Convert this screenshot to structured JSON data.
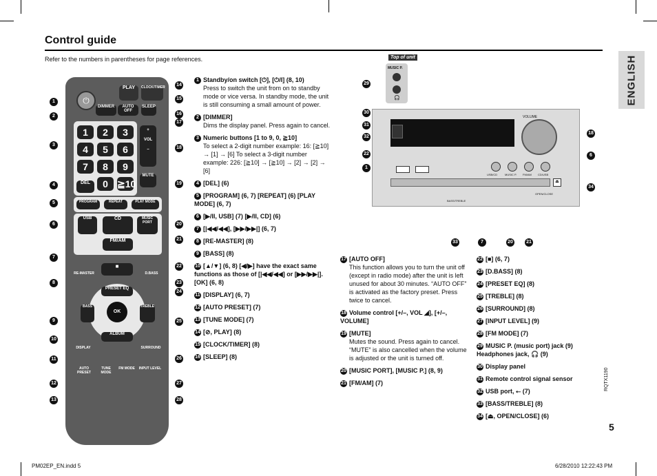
{
  "page": {
    "title": "Control guide",
    "intro": "Refer to the numbers in parentheses for page references.",
    "language_tab": "ENGLISH",
    "page_number": "5",
    "doc_code": "RQTX1190",
    "footer_left": "PM02EP_EN.indd   5",
    "footer_right": "6/28/2010   12:22:43 PM",
    "unit_caption": "Top of unit"
  },
  "remote_keys": {
    "play": "PLAY",
    "clock_timer": "CLOCK/TIMER",
    "dimmer": "DIMMER",
    "auto_off": "AUTO OFF",
    "sleep": "SLEEP",
    "vol": "VOL",
    "del": "DEL",
    "mute": "MUTE",
    "program": "PROGRAM",
    "repeat": "REPEAT",
    "play_mode": "PLAY MODE",
    "usb": "USB",
    "cd": "CD",
    "music_port": "MUSIC PORT",
    "fm_am": "FM/AM",
    "re_master": "RE-MASTER",
    "d_bass": "D.BASS",
    "preset_eq": "PRESET EQ",
    "bass": "BASS",
    "treble": "TREBLE",
    "ok": "OK",
    "display": "DISPLAY",
    "album": "ALBUM",
    "surround": "SURROUND",
    "auto_preset": "AUTO PRESET",
    "tune_mode": "TUNE MODE",
    "fm_mode": "FM MODE",
    "input_level": "INPUT LEVEL",
    "digits": [
      "1",
      "2",
      "3",
      "4",
      "5",
      "6",
      "7",
      "8",
      "9",
      "0",
      "≧10"
    ]
  },
  "unit_labels": {
    "volume": "VOLUME",
    "usb_cd": "USB/CD",
    "music_p": "MUSIC P.",
    "fm_am": "FM/AM",
    "cd_play": "CD/USB",
    "open_close": "OPEN/CLOSE",
    "bass_treble": "BASS/TREBLE",
    "music_p_top": "MUSIC P."
  },
  "items_col1": [
    {
      "n": "1",
      "head": "Standby/on switch [⏻], [⏻/I] (8, 10)",
      "desc": "Press to switch the unit from on to standby mode or vice versa. In standby mode, the unit is still consuming a small amount of power."
    },
    {
      "n": "2",
      "head": "[DIMMER]",
      "desc": "Dims the display panel. Press again to cancel."
    },
    {
      "n": "3",
      "head": "Numeric buttons [1 to 9, 0, ≧10]",
      "desc": "To select a 2-digit number example: 16: [≧10] → [1] → [6] To select a 3-digit number example: 226: [≧10] → [≧10] → [2] → [2] → [6]"
    },
    {
      "n": "4",
      "head": "[DEL] (6)",
      "desc": ""
    },
    {
      "n": "5",
      "head": "[PROGRAM] (6, 7) [REPEAT] (6) [PLAY MODE] (6, 7)",
      "desc": ""
    },
    {
      "n": "6",
      "head": "[▶/II, USB] (7) [▶/II, CD] (6)",
      "desc": ""
    },
    {
      "n": "7",
      "head": "[|◀◀/◀◀], [▶▶/▶▶|] (6, 7)",
      "desc": ""
    },
    {
      "n": "8",
      "head": "[RE-MASTER] (8)",
      "desc": ""
    },
    {
      "n": "9",
      "head": "[BASS] (8)",
      "desc": ""
    },
    {
      "n": "10",
      "head": "[▲/▼] (6, 8) [◀/▶] have the exact same functions as those of [|◀◀/◀◀] or [▶▶/▶▶|]. [OK] (6, 8)",
      "desc": ""
    },
    {
      "n": "11",
      "head": "[DISPLAY] (6, 7)",
      "desc": ""
    },
    {
      "n": "12",
      "head": "[AUTO PRESET] (7)",
      "desc": ""
    },
    {
      "n": "13",
      "head": "[TUNE MODE] (7)",
      "desc": ""
    },
    {
      "n": "14",
      "head": "[⊘, PLAY] (8)",
      "desc": ""
    },
    {
      "n": "15",
      "head": "[CLOCK/TIMER] (8)",
      "desc": ""
    },
    {
      "n": "16",
      "head": "[SLEEP] (8)",
      "desc": ""
    }
  ],
  "items_col2": [
    {
      "n": "17",
      "head": "[AUTO OFF]",
      "desc": "This function allows you to turn the unit off (except in radio mode) after the unit is left unused for about 30 minutes. “AUTO OFF” is activated as the factory preset. Press twice to cancel."
    },
    {
      "n": "18",
      "head": "Volume control [+/–, VOL ◢], [+/–, VOLUME]",
      "desc": ""
    },
    {
      "n": "19",
      "head": "[MUTE]",
      "desc": "Mutes the sound. Press again to cancel. “MUTE” is also cancelled when the volume is adjusted or the unit is turned off."
    },
    {
      "n": "20",
      "head": "[MUSIC PORT], [MUSIC P.] (8, 9)",
      "desc": ""
    },
    {
      "n": "21",
      "head": "[FM/AM] (7)",
      "desc": ""
    }
  ],
  "items_col3": [
    {
      "n": "22",
      "head": "[■] (6, 7)",
      "desc": ""
    },
    {
      "n": "23",
      "head": "[D.BASS] (8)",
      "desc": ""
    },
    {
      "n": "24",
      "head": "[PRESET EQ] (8)",
      "desc": ""
    },
    {
      "n": "25",
      "head": "[TREBLE] (8)",
      "desc": ""
    },
    {
      "n": "26",
      "head": "[SURROUND] (8)",
      "desc": ""
    },
    {
      "n": "27",
      "head": "[INPUT LEVEL] (9)",
      "desc": ""
    },
    {
      "n": "28",
      "head": "[FM MODE] (7)",
      "desc": ""
    },
    {
      "n": "29",
      "head": "MUSIC P. (music port) jack (9) Headphones jack, 🎧 (9)",
      "desc": ""
    },
    {
      "n": "30",
      "head": "Display panel",
      "desc": ""
    },
    {
      "n": "31",
      "head": "Remote control signal sensor",
      "desc": ""
    },
    {
      "n": "32",
      "head": "USB port, ⭠ (7)",
      "desc": ""
    },
    {
      "n": "33",
      "head": "[BASS/TREBLE] (8)",
      "desc": ""
    },
    {
      "n": "34",
      "head": "[⏏, OPEN/CLOSE] (6)",
      "desc": ""
    }
  ]
}
